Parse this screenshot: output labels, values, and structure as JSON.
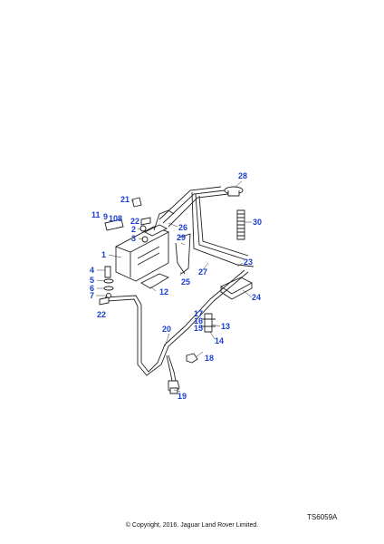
{
  "diagram": {
    "callouts": [
      "1",
      "2",
      "3",
      "4",
      "5",
      "6",
      "7",
      "8",
      "9",
      "10",
      "11",
      "12",
      "13",
      "14",
      "15",
      "16",
      "17",
      "18",
      "19",
      "20",
      "21",
      "22",
      "22",
      "23",
      "24",
      "25",
      "26",
      "27",
      "28",
      "29",
      "30"
    ],
    "reference_code": "TS6059A",
    "copyright": "© Copyright, 2016. Jaguar Land Rover Limited.",
    "colors": {
      "callout": "#1a3fd0",
      "line": "#222222"
    }
  }
}
